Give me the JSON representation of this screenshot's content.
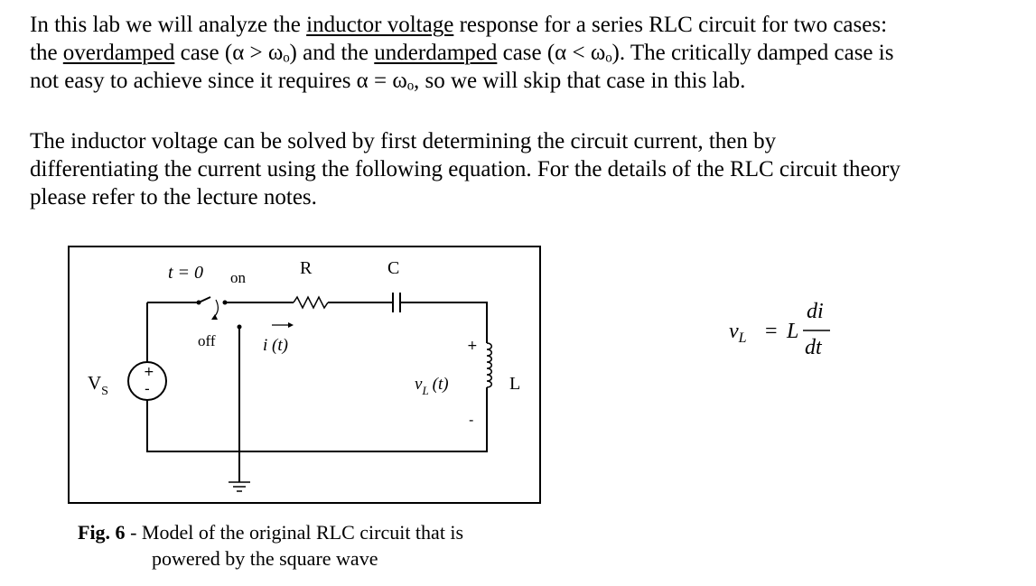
{
  "paragraph1": {
    "t1": "In this lab we will analyze the ",
    "link1": "inductor voltage",
    "t2": " response for a series RLC circuit for two cases:",
    "t3": "the ",
    "link2": "overdamped",
    "t4": " case (α > ωₒ) and the ",
    "link3": "underdamped",
    "t5": " case (α < ωₒ). The critically damped case is",
    "t6": "not easy to achieve since it requires α = ωₒ, so we will skip that case in this lab."
  },
  "paragraph2": {
    "line1": "The inductor voltage can be solved by first determining the circuit current, then by",
    "line2": "differentiating the current using the following equation. For the details of the RLC circuit theory",
    "line3": "please refer to the lecture notes."
  },
  "circuit": {
    "switch_time": "t = 0",
    "switch_on": "on",
    "switch_off": "off",
    "resistor": "R",
    "capacitor": "C",
    "current": "i (t)",
    "source": "V",
    "source_sub": "S",
    "source_plus": "+",
    "source_minus": "-",
    "inductor": "L",
    "vl": "v",
    "vl_sub": "L",
    "vl_arg": "(t)",
    "vl_plus": "+",
    "vl_minus": "-"
  },
  "equation": {
    "lhs": "v",
    "lhs_sub": "L",
    "equals": "=",
    "coef": "L",
    "num": "di",
    "den": "dt"
  },
  "caption": {
    "label": "Fig. 6",
    "text1": " - Model of the original RLC circuit that is",
    "text2": "powered by the square wave"
  }
}
